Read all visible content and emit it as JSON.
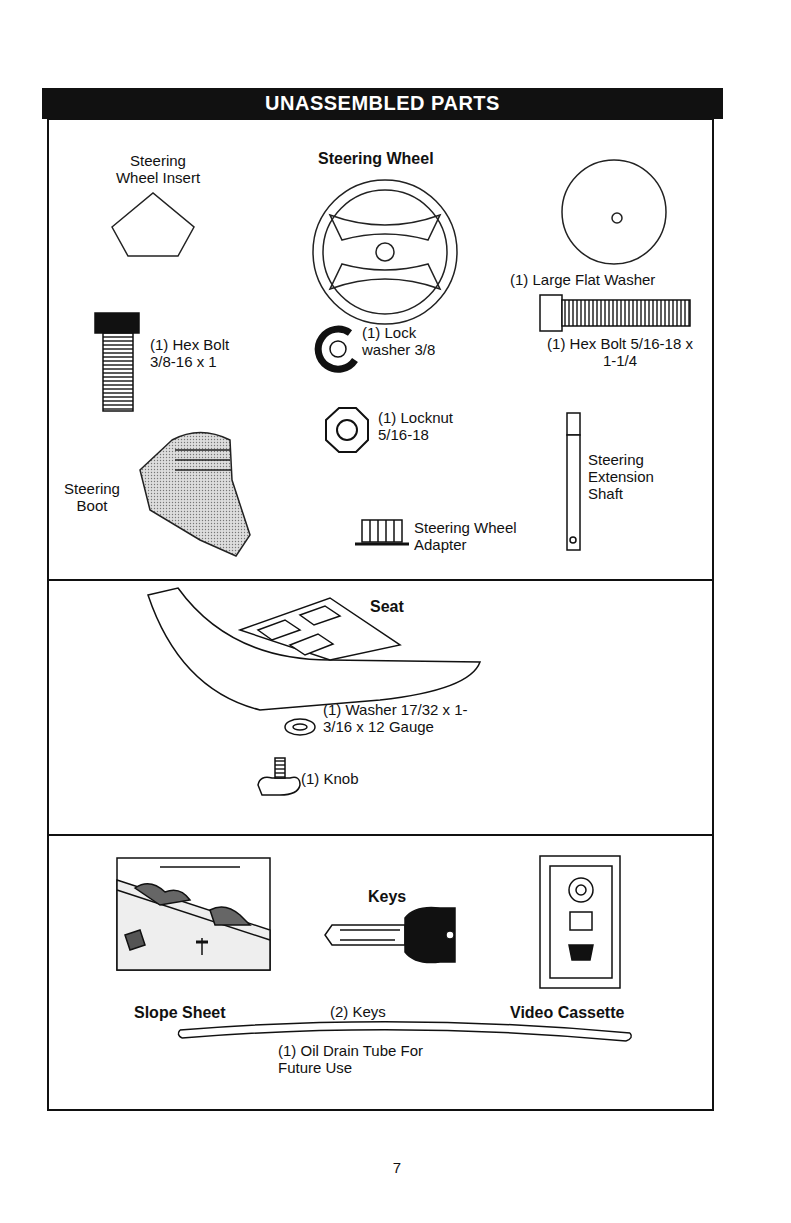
{
  "diagram": {
    "title": "UNASSEMBLED PARTS",
    "labels": [
      "Steering Wheel Insert",
      "Steering Wheel",
      "(1) Large Flat Washer",
      "(1) Hex Bolt 3/8-16 x 1",
      "(1) Lock washer 3/8",
      "(1) Hex Bolt 5/16-18 x 1-1/4",
      "(1) Locknut 5/16-18",
      "Steering Extension Shaft",
      "Steering Boot",
      "Steering Wheel Adapter",
      "Seat",
      "(1) Washer 17/32 x 1-3/16 x 12 Gauge",
      "(1) Knob",
      "Slope Sheet",
      "Keys",
      "(2) Keys",
      "Video Cassette",
      "(1) Oil Drain Tube For Future Use",
      "7"
    ]
  }
}
